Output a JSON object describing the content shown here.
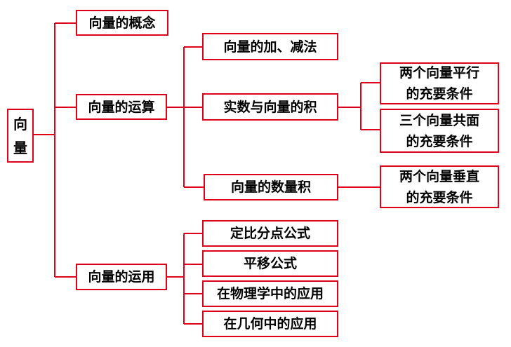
{
  "root": {
    "line1": "向",
    "line2": "量"
  },
  "level1": {
    "concept": "向量的概念",
    "operation": "向量的运算",
    "application": "向量的运用"
  },
  "operation_children": {
    "add_sub": "向量的加、减法",
    "scalar_product": "实数与向量的积",
    "dot_product": "向量的数量积"
  },
  "scalar_children": {
    "parallel": {
      "line1": "两个向量平行",
      "line2": "的充要条件"
    },
    "coplanar": {
      "line1": "三个向量共面",
      "line2": "的充要条件"
    }
  },
  "dot_children": {
    "perpendicular": {
      "line1": "两个向量垂直",
      "line2": "的充要条件"
    }
  },
  "application_children": {
    "section_formula": "定比分点公式",
    "translation_formula": "平移公式",
    "physics": "在物理学中的应用",
    "geometry": "在几何中的应用"
  },
  "colors": {
    "line": "#e0001a",
    "border": "#e0001a",
    "text": "#000000"
  }
}
